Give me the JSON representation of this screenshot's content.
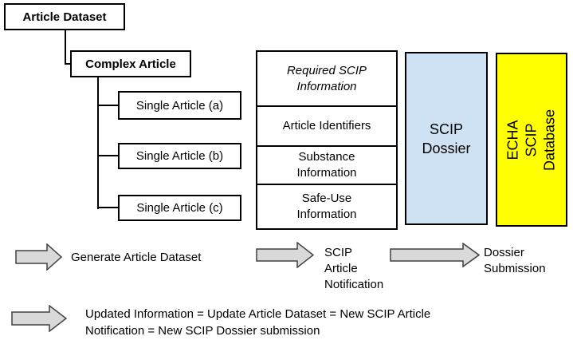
{
  "tree": {
    "root_label": "Article Dataset",
    "complex_label": "Complex Article",
    "children": [
      {
        "label": "Single Article (a)"
      },
      {
        "label": "Single Article (b)"
      },
      {
        "label": "Single Article (c)"
      }
    ]
  },
  "info_table": {
    "header": "Required SCIP\nInformation",
    "rows": [
      {
        "label": "Article Identifiers"
      },
      {
        "label": "Substance\nInformation"
      },
      {
        "label": "Safe-Use\nInformation"
      }
    ]
  },
  "dossier_box": {
    "label": "SCIP\nDossier"
  },
  "database_box": {
    "label": "ECHA SCIP\nDatabase"
  },
  "flow_steps": [
    {
      "label": "Generate Article Dataset"
    },
    {
      "label": "SCIP\nArticle\nNotification"
    },
    {
      "label": "Dossier\nSubmission"
    }
  ],
  "update_note": {
    "label": "Updated Information = Update Article Dataset = New SCIP Article\nNotification = New SCIP Dossier submission"
  },
  "colors": {
    "box_border": "#000000",
    "dossier_fill": "#cfe2f3",
    "database_fill": "#ffff00",
    "arrow_fill": "#d9d9d9",
    "arrow_stroke": "#404040"
  }
}
